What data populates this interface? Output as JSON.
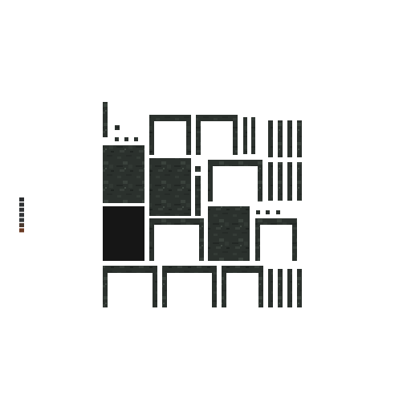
{
  "canvas": {
    "background": "#ffffff"
  },
  "colors": {
    "stone_base": "#2b312d",
    "stone_light": "#3c443e",
    "stone_dark": "#1d221f",
    "solid_dark": "#161616",
    "swatch_top": "#2c2e30",
    "swatch_bottom": "#6a3a24"
  },
  "swatch_strip": {
    "icon": "color-swatch-strip",
    "colors": [
      "#2c2e30",
      "#2d3031",
      "#2f3133",
      "#323436",
      "#34383a",
      "#4a3a30",
      "#6a3a24"
    ]
  },
  "sprites": [
    {
      "name": "bar-vertical-tall-sprite",
      "kind": "stone"
    },
    {
      "name": "dot-cluster-sprite",
      "kind": "stone"
    },
    {
      "name": "arch-frame-sprite",
      "kind": "stone"
    },
    {
      "name": "arch-frame-sprite",
      "kind": "stone"
    },
    {
      "name": "thin-bars-sprite",
      "kind": "stone"
    },
    {
      "name": "vertical-bars-sprite",
      "kind": "stone"
    },
    {
      "name": "stone-panel-sprite",
      "kind": "stone"
    },
    {
      "name": "stone-panel-sprite",
      "kind": "stone"
    },
    {
      "name": "i-glyph-sprite",
      "kind": "stone"
    },
    {
      "name": "arch-frame-sprite",
      "kind": "stone"
    },
    {
      "name": "vertical-bars-sprite",
      "kind": "stone"
    },
    {
      "name": "solid-dark-panel-sprite",
      "kind": "dark"
    },
    {
      "name": "arch-frame-sprite",
      "kind": "stone"
    },
    {
      "name": "stone-panel-sprite",
      "kind": "stone"
    },
    {
      "name": "dot-cluster-sprite",
      "kind": "stone"
    },
    {
      "name": "arch-frame-sprite",
      "kind": "stone"
    },
    {
      "name": "arch-frame-sprite",
      "kind": "stone"
    },
    {
      "name": "arch-frame-sprite",
      "kind": "stone"
    },
    {
      "name": "arch-frame-sprite",
      "kind": "stone"
    },
    {
      "name": "vertical-bars-sprite",
      "kind": "stone"
    }
  ]
}
